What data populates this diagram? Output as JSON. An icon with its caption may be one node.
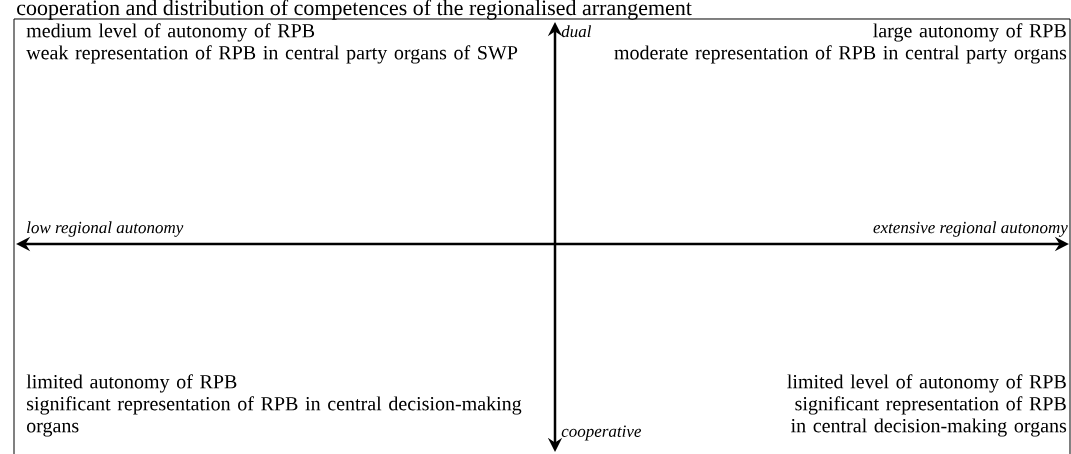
{
  "diagram": {
    "title": "cooperation and distribution of competences of the regionalised arrangement",
    "labels": [
      "medium level of autonomy of RPB",
      "weak representation of RPB in central party organs of SWP",
      "dual",
      "large autonomy of RPB",
      "moderate representation of RPB in central party organs",
      "low regional autonomy",
      "extensive regional autonomy",
      "limited autonomy of RPB",
      "significant representation of RPB in central decision-making organs",
      "limited level of autonomy of RPB",
      "significant representation of RPB in central decision-making organs",
      "cooperative"
    ]
  }
}
